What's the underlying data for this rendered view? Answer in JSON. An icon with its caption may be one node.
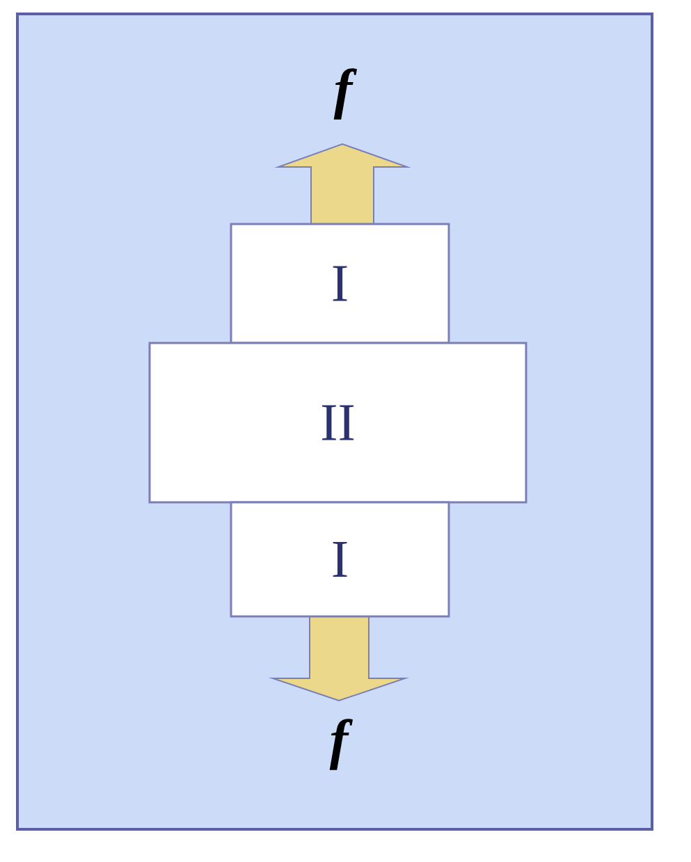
{
  "diagram": {
    "nodes": [
      {
        "text": [
          "I"
        ]
      },
      {
        "text": [
          "II"
        ]
      },
      {
        "text": [
          "I"
        ]
      }
    ],
    "edges": [],
    "labels": [
      "f",
      "f"
    ]
  }
}
